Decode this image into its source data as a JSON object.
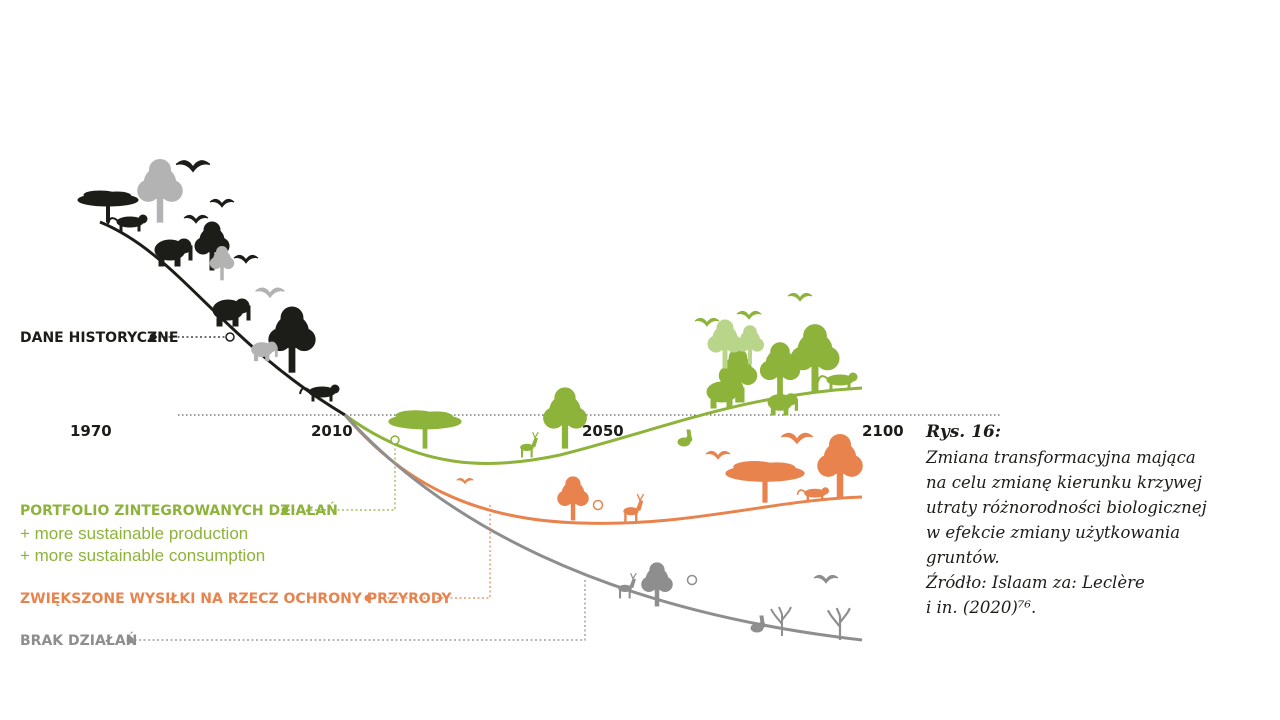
{
  "figure": {
    "axis_years": [
      "1970",
      "2010",
      "2050",
      "2100"
    ],
    "legend": {
      "historical": "DANE HISTORYCZNE",
      "integrated": "PORTFOLIO ZINTEGROWANYCH DZIAŁAŃ",
      "integrated_sub1": "+ more sustainable production",
      "integrated_sub2": "+ more sustainable consumption",
      "conservation": "ZWIĘKSZONE WYSIŁKI NA RZECZ OCHRONY PRZYRODY",
      "no_action": "BRAK DZIAŁAŃ"
    },
    "colors": {
      "historical": "#1c1c18",
      "integrated": "#8db33a",
      "conservation": "#e8834e",
      "no_action": "#8e8e8e",
      "grey_silhouettes": "#b3b3b3"
    },
    "icons": [
      "tree-icon",
      "elephant-icon",
      "leopard-icon",
      "bird-icon",
      "deer-icon",
      "rabbit-icon",
      "dead-tree-icon"
    ]
  },
  "caption": {
    "title": "Rys. 16:",
    "text": "Zmiana transformacyjna mająca\nna celu zmianę kierunku krzywej\nutraty różnorodności biologicznej\nw efekcie zmiany użytkowania\ngruntów.\nŹródło: Islaam za: Leclère\ni in. (2020)⁷⁶."
  }
}
